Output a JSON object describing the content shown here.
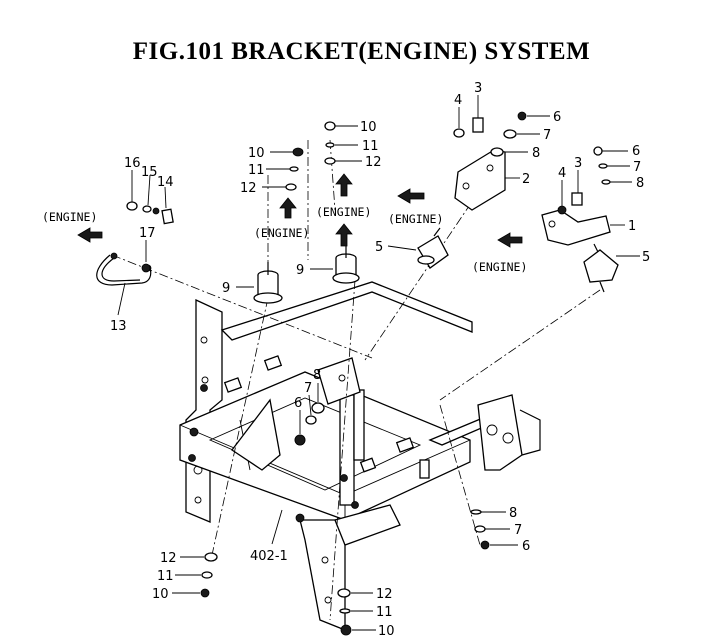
{
  "title": "FIG.101  BRACKET(ENGINE) SYSTEM",
  "engine_label": "(ENGINE)",
  "callouts": {
    "c1": "1",
    "c2": "2",
    "c3a": "3",
    "c3b": "3",
    "c4a": "4",
    "c4b": "4",
    "c5a": "5",
    "c5b": "5",
    "c6a": "6",
    "c6b": "6",
    "c6c": "6",
    "c6d": "6",
    "c7a": "7",
    "c7b": "7",
    "c7c": "7",
    "c7d": "7",
    "c8a": "8",
    "c8b": "8",
    "c8c": "8",
    "c8d": "8",
    "c9a": "9",
    "c9b": "9",
    "c10a": "10",
    "c10b": "10",
    "c10c": "10",
    "c10d": "10",
    "c11a": "11",
    "c11b": "11",
    "c11c": "11",
    "c11d": "11",
    "c12a": "12",
    "c12b": "12",
    "c12c": "12",
    "c12d": "12",
    "c13": "13",
    "c14": "14",
    "c15": "15",
    "c16": "16",
    "c17": "17",
    "c402": "402-1"
  }
}
